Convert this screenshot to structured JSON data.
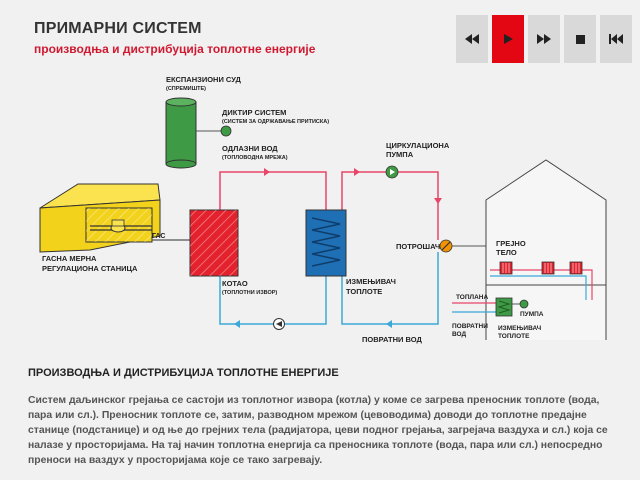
{
  "header": {
    "title": "ПРИМАРНИ СИСТЕМ",
    "subtitle": "производња и дистрибуција топлотне енергије"
  },
  "controls": [
    {
      "name": "rewind-button",
      "icon": "rewind-icon"
    },
    {
      "name": "play-button",
      "icon": "play-icon",
      "active": true
    },
    {
      "name": "fast-forward-button",
      "icon": "fast-forward-icon"
    },
    {
      "name": "stop-button",
      "icon": "stop-icon"
    },
    {
      "name": "skip-to-start-button",
      "icon": "skip-back-icon"
    }
  ],
  "colors": {
    "accent": "#e30613",
    "hot_line": "#e8456a",
    "cold_line": "#3aa9d9",
    "boiler": "#e4222d",
    "exchanger": "#1f6fb5",
    "tank": "#3e9a45",
    "station": "#f2d21b"
  },
  "diagram": {
    "expansion_tank": "ЕКСПАНЗИОНИ СУД",
    "expansion_tank_sub": "(СПРЕМИШТЕ)",
    "diktir": "ДИКТИР СИСТЕМ",
    "diktir_sub": "(СИСТЕМ ЗА ОДРЖАВАЊЕ ПРИТИСКА)",
    "supply": "ОДЛАЗНИ ВОД",
    "supply_sub": "(ТОПЛОВОДНА МРЕЖА)",
    "circ_pump_1": "ЦИРКУЛАЦИОНА",
    "circ_pump_2": "ПУМПА",
    "gas": "ГАС",
    "station_1": "ГАСНА МЕРНА",
    "station_2": "РЕГУЛАЦИОНА СТАНИЦА",
    "boiler": "КОТАО",
    "boiler_sub": "(ТОПЛОТНИ ИЗВОР)",
    "exchanger_1": "ИЗМЕЊИВАЧ",
    "exchanger_2": "ТОПЛОТЕ",
    "consumer": "ПОТРОШАЧ",
    "return": "ПОВРАТНИ ВОД",
    "heater_1": "ГРЕЈНО",
    "heater_2": "ТЕЛО",
    "warm": "ТОПЛАНА",
    "pump": "ПУМПА",
    "return2_1": "ПОВРАТНИ",
    "return2_2": "ВОД",
    "exchanger2_1": "ИЗМЕЊИВАЧ",
    "exchanger2_2": "ТОПЛОТЕ"
  },
  "section": {
    "title": "ПРОИЗВОДЊА И ДИСТРИБУЦИЈА ТОПЛОТНЕ ЕНЕРГИЈЕ",
    "text": "Систем даљинског грејања се састоји из топлотног извора (котла) у коме се загрева преносник топлоте (вода, пара или сл.). Преносник топлоте се, затим, разводном мрежом (цевоводима) доводи до топлотне предајне станице (подстанице) и од ње до грејних тела (радијатора, цеви подног грејања, загрејача ваздуха и сл.) која се налазе у просторијама. На тај начин топлотна енергија са преносника топлоте (вода, пара или сл.) непосредно преноси на ваздух у просторијама које се тако загревају."
  }
}
